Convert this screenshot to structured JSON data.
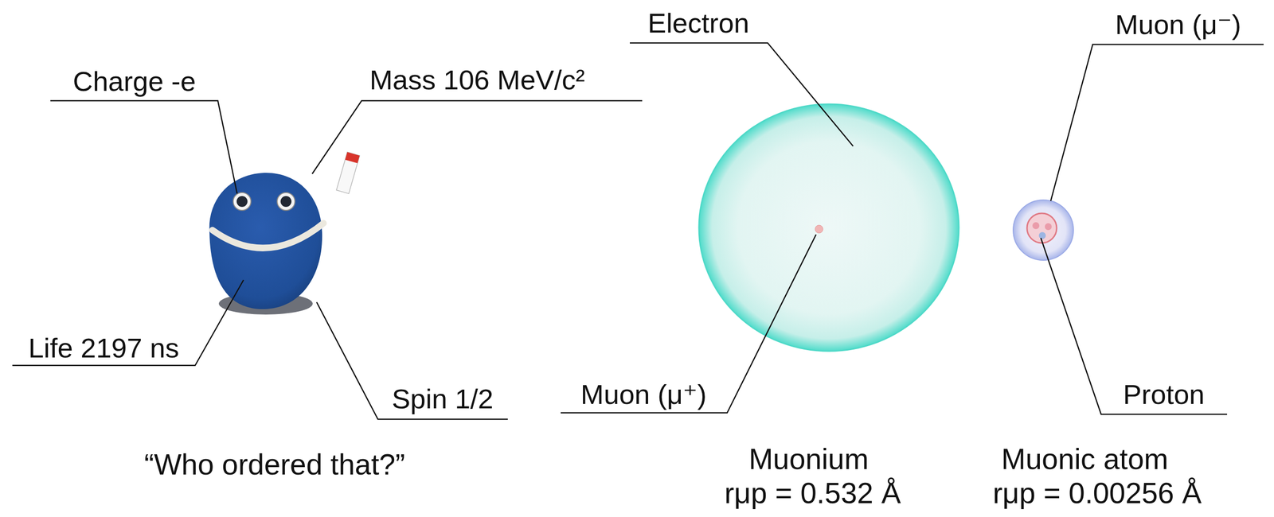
{
  "diagram": {
    "labels": [
      "Charge -e",
      "Mass 106 MeV/c²",
      "Electron",
      "Muon (μ⁻)",
      "Life 2197 ns",
      "Muon (μ⁺)",
      "Proton",
      "Spin 1/2",
      "“Who ordered that?”",
      "Muonium",
      "Muonic atom",
      "rμp = 0.532 Å",
      "rμp = 0.00256 Å"
    ]
  }
}
